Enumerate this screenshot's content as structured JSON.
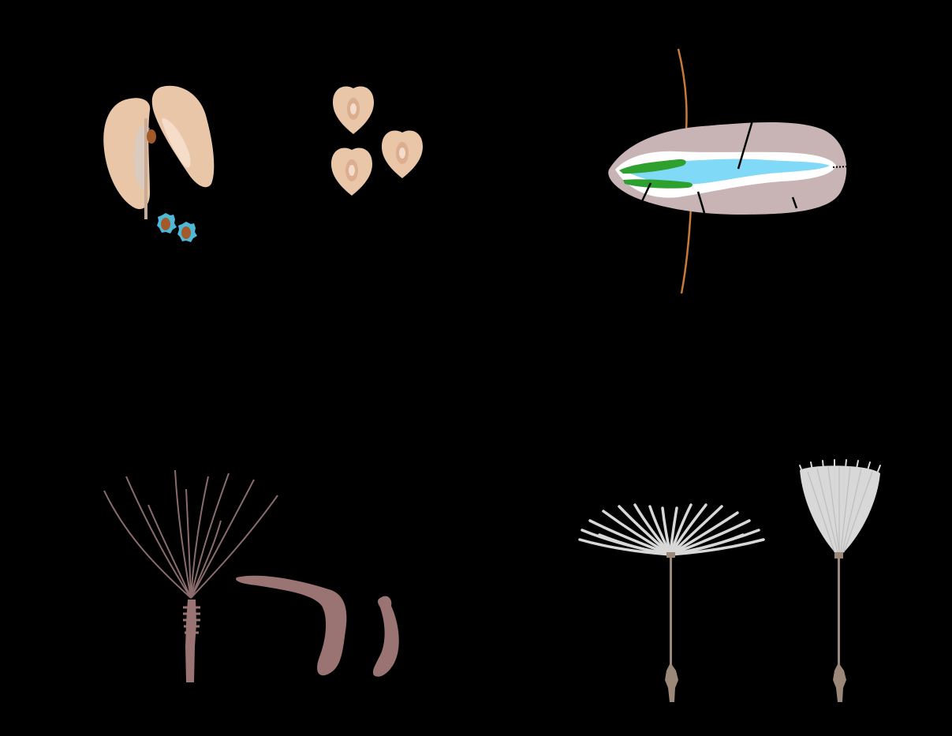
{
  "figure": {
    "background": "#000000",
    "panels": [
      {
        "id": "anther-pollen",
        "label": ""
      },
      {
        "id": "seed-section",
        "label": ""
      },
      {
        "id": "pappus-bristles",
        "label": ""
      },
      {
        "id": "dandelion-seeds",
        "label": ""
      }
    ]
  },
  "colors": {
    "anther": "#e9c6a8",
    "anther_shadow": "#d8b092",
    "pollen_outer": "#4fb7d8",
    "pollen_inner": "#a35a2a",
    "filament": "#c9ac95",
    "seed_coat": "#c8b4b4",
    "endosperm": "#ffffff",
    "embryo_fluid": "#7fd9f7",
    "cotyledon": "#2ea02e",
    "funiculus": "#c87a3a",
    "pappus_stalk": "#8a6c6c",
    "pappus_body": "#9a7472",
    "pappus_grey": "#d8d8d8",
    "beak": "#9c8878"
  }
}
